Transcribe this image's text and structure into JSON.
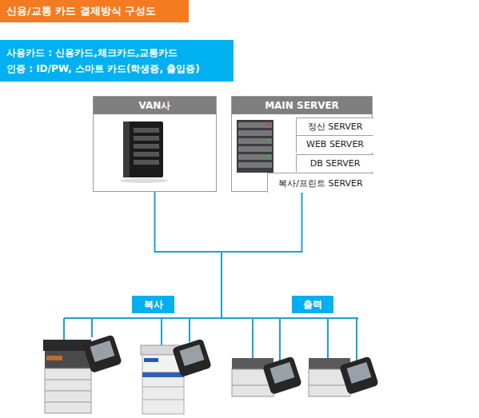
{
  "diagram": {
    "title": "신용/교통 카드 결제방식 구성도",
    "nodes": [
      {
        "text": [
          "사용카드 : 신용카드,체크카드,교통카드",
          "인증 : ID/PW, 스마트 카드(학생증, 출입증)"
        ]
      },
      {
        "text": [
          "VAN사"
        ]
      },
      {
        "text": [
          "MAIN SERVER"
        ]
      },
      {
        "text": [
          "정산 SERVER"
        ],
        "in": 2
      },
      {
        "text": [
          "WEB SERVER"
        ],
        "in": 2
      },
      {
        "text": [
          "DB SERVER"
        ],
        "in": 2
      },
      {
        "text": [
          "복사/프린트 SERVER"
        ],
        "in": 2
      },
      {
        "text": [
          "복사"
        ]
      },
      {
        "text": [
          "출력"
        ]
      }
    ],
    "edges": [
      {
        "from": 1,
        "to": 2,
        "arrow": "none"
      }
    ]
  }
}
